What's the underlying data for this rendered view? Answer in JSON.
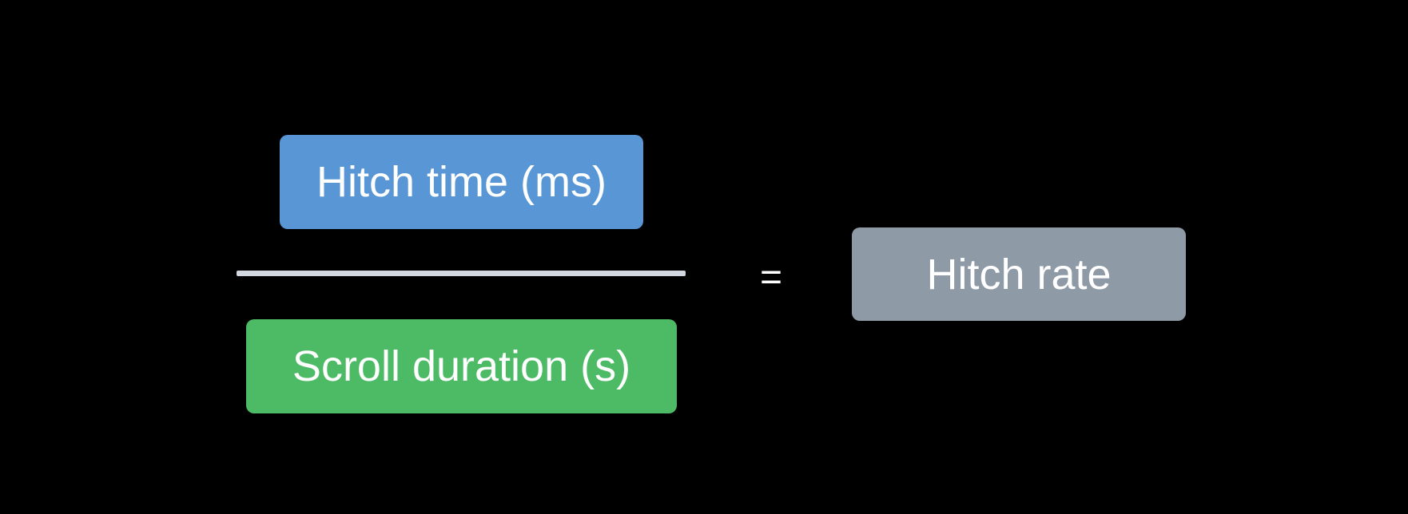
{
  "formula": {
    "numerator": {
      "label": "Hitch time (ms)",
      "color": "#5996d5"
    },
    "denominator": {
      "label": "Scroll duration (s)",
      "color": "#4dbb66"
    },
    "fraction_bar_color": "#d3d8e0",
    "operator": "=",
    "result": {
      "label": "Hitch rate",
      "color": "#8e9aa6"
    }
  }
}
